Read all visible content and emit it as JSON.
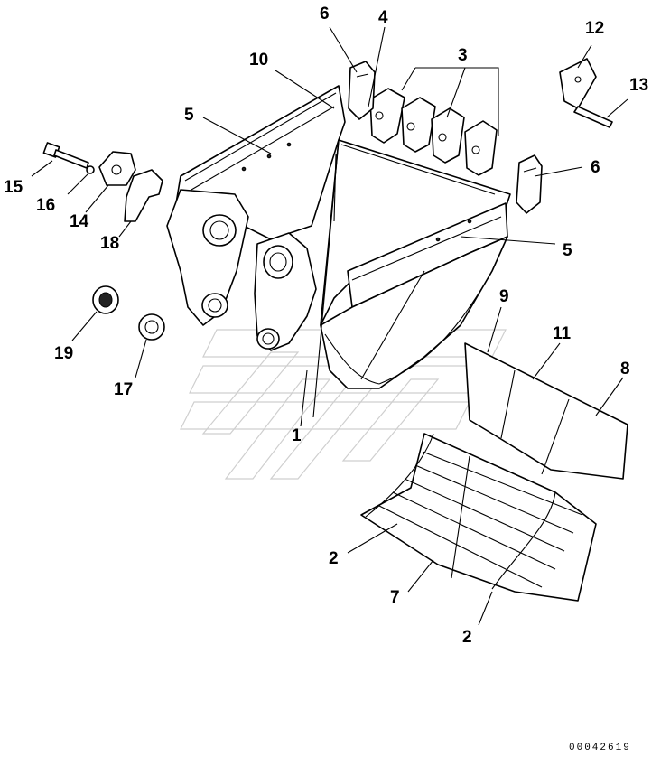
{
  "diagram": {
    "doc_number": "00042619",
    "callouts": {
      "c1": "1",
      "c2a": "2",
      "c2b": "2",
      "c3": "3",
      "c4": "4",
      "c5a": "5",
      "c5b": "5",
      "c6a": "6",
      "c6b": "6",
      "c7": "7",
      "c8": "8",
      "c9": "9",
      "c10": "10",
      "c11": "11",
      "c12": "12",
      "c13": "13",
      "c14": "14",
      "c15": "15",
      "c16": "16",
      "c17": "17",
      "c18": "18",
      "c19": "19"
    }
  }
}
